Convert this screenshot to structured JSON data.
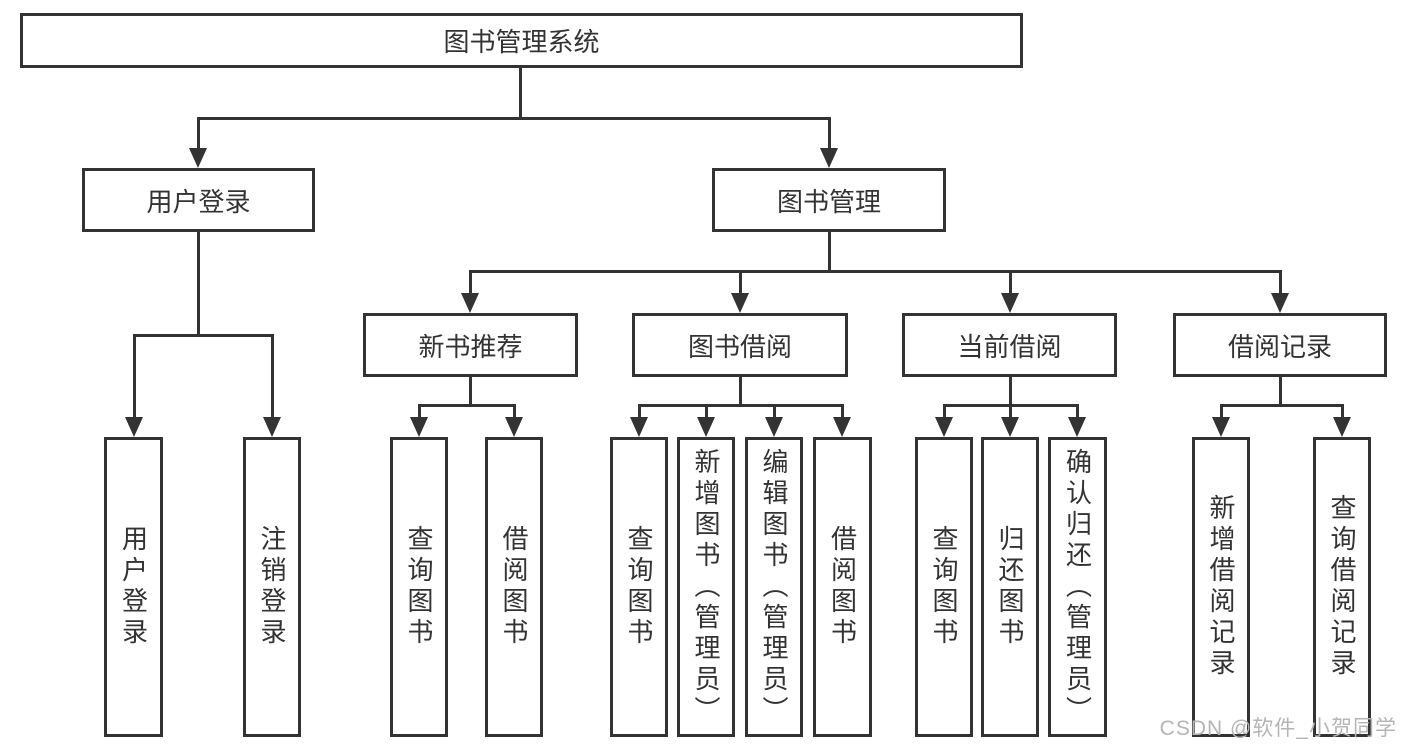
{
  "diagram": {
    "root": {
      "label": "图书管理系统"
    },
    "branches": [
      {
        "label": "用户登录",
        "children": [
          {
            "label": "用户登录"
          },
          {
            "label": "注销登录"
          }
        ]
      },
      {
        "label": "图书管理",
        "children": [
          {
            "label": "新书推荐",
            "children": [
              {
                "label": "查询图书"
              },
              {
                "label": "借阅图书"
              }
            ]
          },
          {
            "label": "图书借阅",
            "children": [
              {
                "label": "查询图书"
              },
              {
                "label": "新增图书（管理员）"
              },
              {
                "label": "编辑图书（管理员）"
              },
              {
                "label": "借阅图书"
              }
            ]
          },
          {
            "label": "当前借阅",
            "children": [
              {
                "label": "查询图书"
              },
              {
                "label": "归还图书"
              },
              {
                "label": "确认归还（管理员）"
              }
            ]
          },
          {
            "label": "借阅记录",
            "children": [
              {
                "label": "新增借阅记录"
              },
              {
                "label": "查询借阅记录"
              }
            ]
          }
        ]
      }
    ],
    "watermark": "CSDN @软件_小贺同学",
    "colors": {
      "line": "#333333",
      "text": "#333333",
      "watermark": "#b5b5b5",
      "background": "#ffffff"
    }
  }
}
